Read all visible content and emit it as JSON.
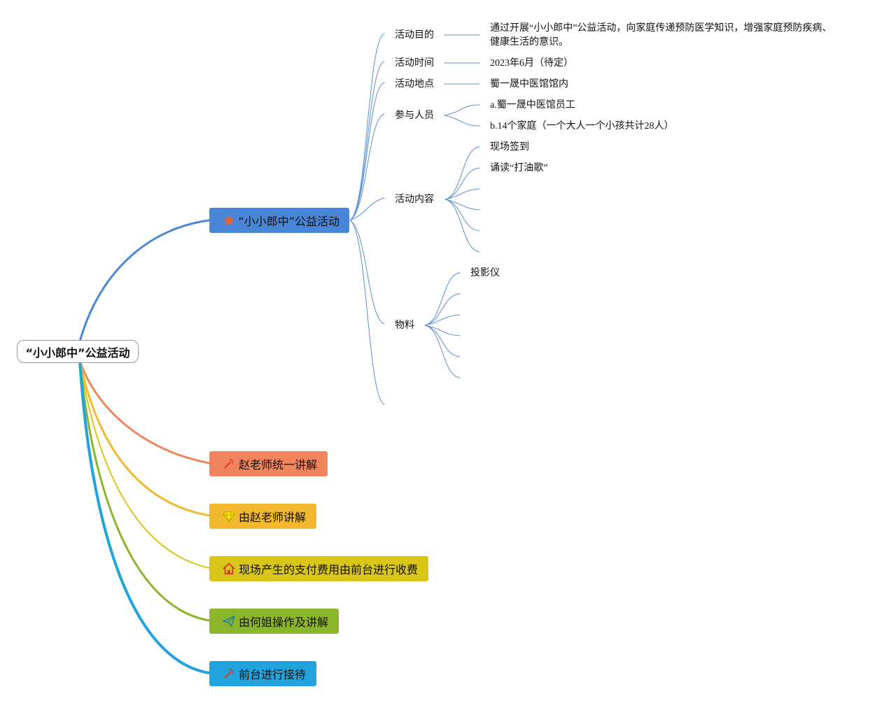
{
  "root": {
    "label": "“小小郎中”公益活动"
  },
  "main_branch": {
    "label": "“小小郎中”公益活动",
    "icon": "star-icon",
    "color": "#4A86D8",
    "items": [
      {
        "label": "活动目的",
        "values": [
          "通过开展“小小郎中”公益活动，向家庭传递预防医学知识，增强家庭预防疾病、健康生活的意识。"
        ]
      },
      {
        "label": "活动时间",
        "values": [
          "2023年6月（待定）"
        ]
      },
      {
        "label": "活动地点",
        "values": [
          "蜀一晟中医馆馆内"
        ]
      },
      {
        "label": "参与人员",
        "values": [
          "a.蜀一晟中医馆员工",
          "b.14个家庭（一个大人一个小孩共计28人）"
        ]
      },
      {
        "label": "活动内容",
        "values": [
          "现场签到",
          "诵读“打油歌”",
          "",
          "",
          "",
          ""
        ]
      },
      {
        "label": "物料",
        "values": [
          "投影仪",
          "",
          "",
          "",
          "",
          ""
        ]
      }
    ]
  },
  "branches": [
    {
      "label": "赵老师统一讲解",
      "icon": "magic-wand-icon",
      "color": "#F0845C",
      "icon_color": "#d93a1a"
    },
    {
      "label": "由赵老师讲解",
      "icon": "diamond-icon",
      "color": "#F2B92F",
      "icon_color": "#f5e000"
    },
    {
      "label": "现场产生的支付费用由前台进行收费",
      "icon": "home-icon",
      "color": "#D9C619",
      "icon_color": "#d0392b"
    },
    {
      "label": "由何姐操作及讲解",
      "icon": "paper-plane-icon",
      "color": "#8DB52B",
      "icon_color": "#1f7fa0"
    },
    {
      "label": "前台进行接待",
      "icon": "magic-wand-icon",
      "color": "#21A3DE",
      "icon_color": "#d93a1a"
    }
  ],
  "colors": {
    "sub_line": "#5B8FD6"
  }
}
